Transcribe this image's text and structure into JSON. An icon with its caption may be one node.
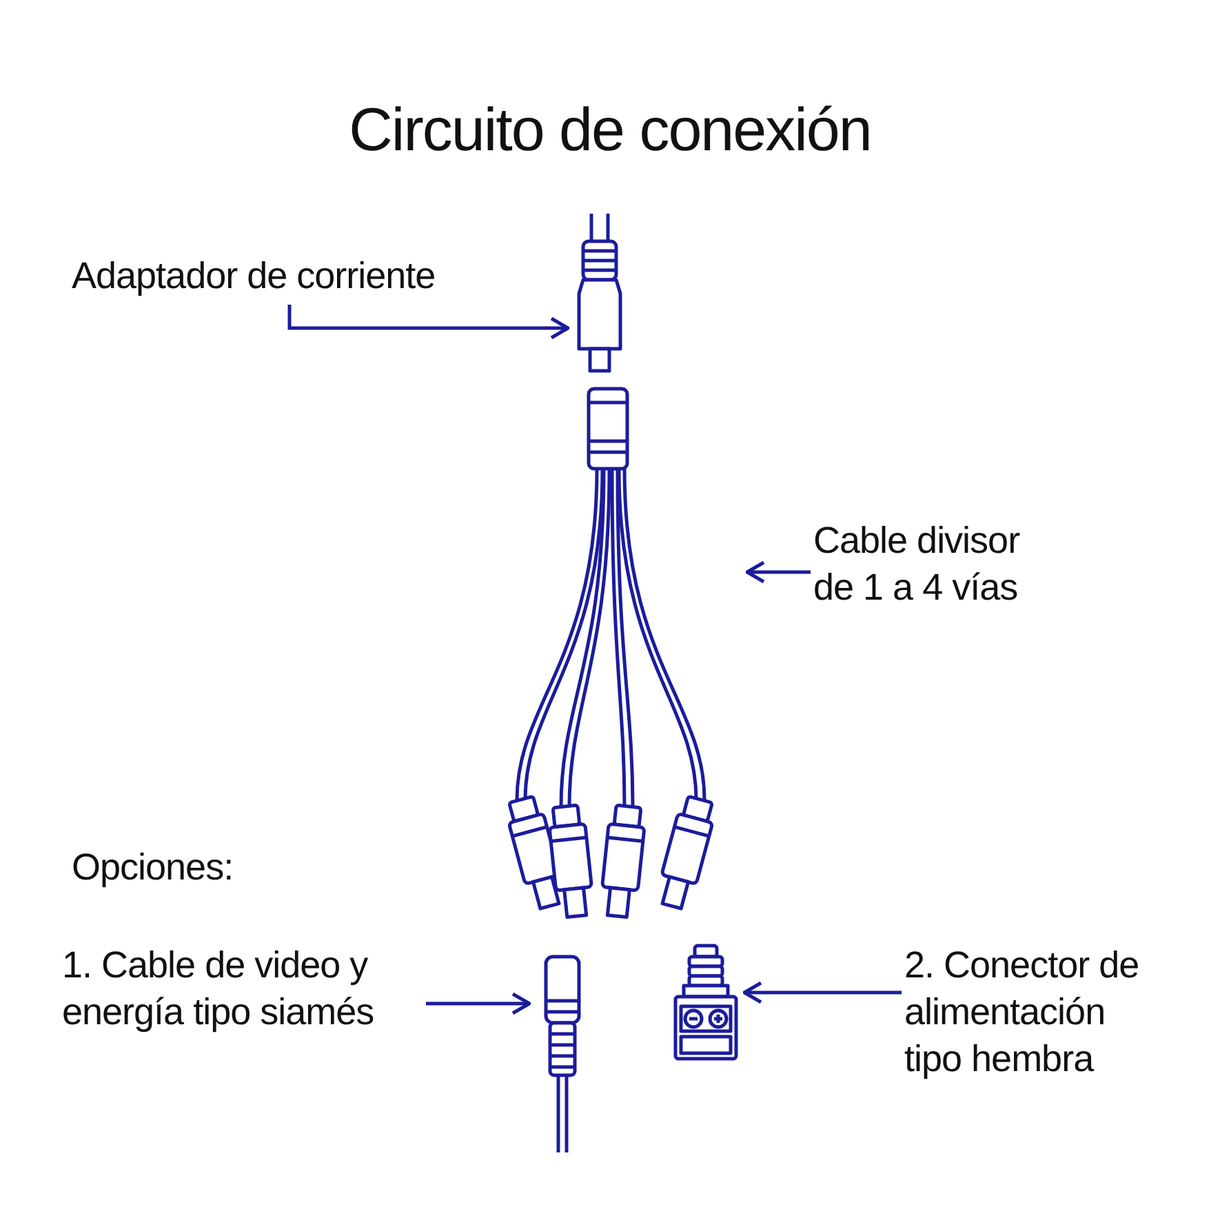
{
  "diagram": {
    "title": "Circuito de conexión",
    "nodes": [
      {
        "text": [
          "Adaptador de corriente"
        ]
      },
      {
        "text": [],
        "shape": "picture"
      },
      {
        "text": [
          "Cable divisor de 1 a 4 vías"
        ]
      },
      {
        "text": [],
        "shape": "picture"
      },
      {
        "text": [
          "1. Cable de video y energía tipo siamés"
        ]
      },
      {
        "text": [],
        "shape": "picture"
      },
      {
        "text": [
          "2. Conector de alimentación tipo hembra"
        ]
      },
      {
        "text": [],
        "shape": "picture"
      }
    ],
    "edges": [
      {
        "from": 0,
        "to": 1,
        "arrow": "to"
      },
      {
        "from": 2,
        "to": 3,
        "arrow": "to"
      },
      {
        "from": 4,
        "to": 5,
        "arrow": "to"
      },
      {
        "from": 6,
        "to": 7,
        "arrow": "to"
      }
    ],
    "labels": [
      "Opciones:"
    ]
  }
}
